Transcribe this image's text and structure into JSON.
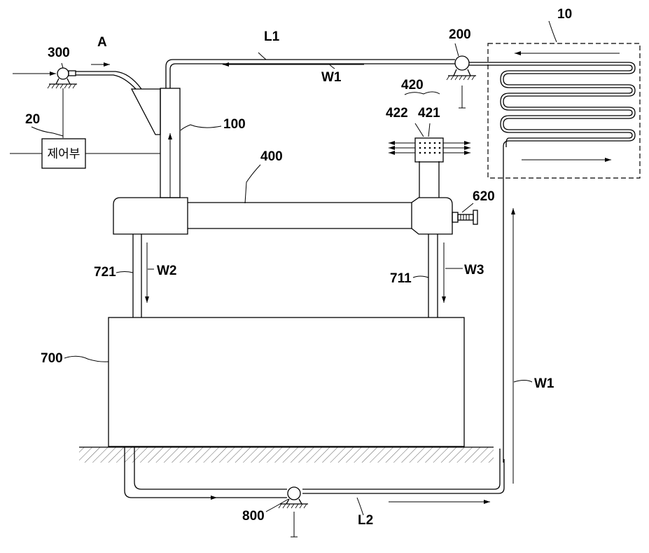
{
  "labels": {
    "l10": "10",
    "l20": "20",
    "l100": "100",
    "l200": "200",
    "l300": "300",
    "l400": "400",
    "l420": "420",
    "l421": "421",
    "l422": "422",
    "l620": "620",
    "l700": "700",
    "l711": "711",
    "l721": "721",
    "l800": "800",
    "A": "A",
    "L1": "L1",
    "L2": "L2",
    "W1_top": "W1",
    "W1_right": "W1",
    "W2": "W2",
    "W3": "W3",
    "controller": "제어부"
  }
}
